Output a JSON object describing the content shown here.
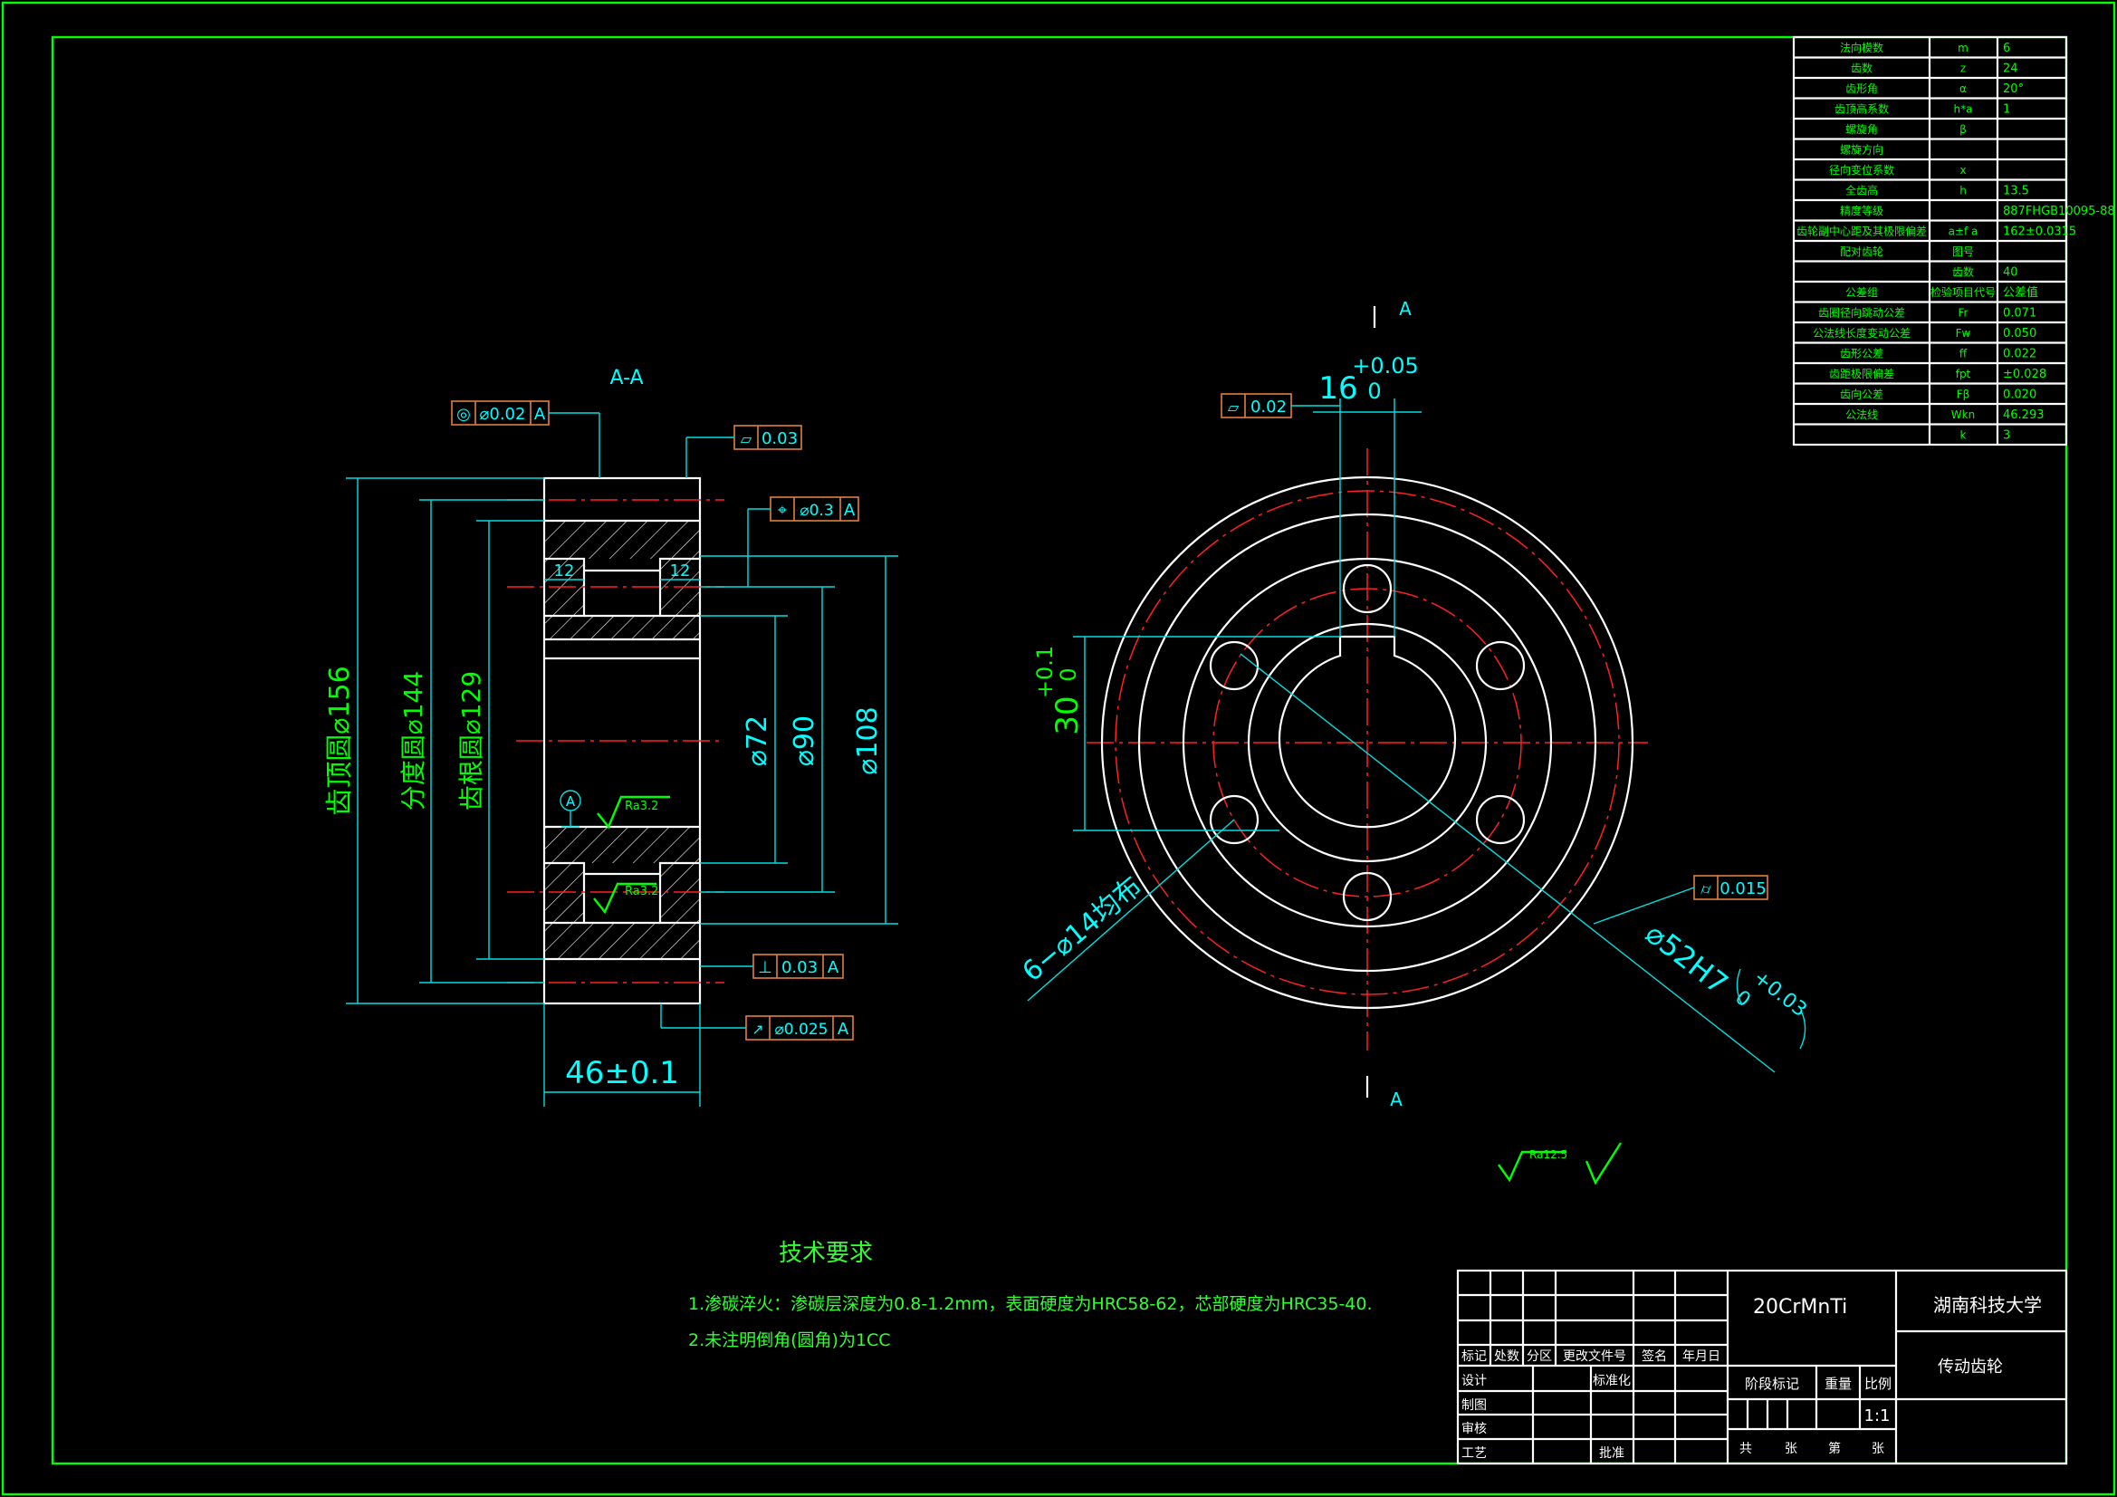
{
  "section_view": {
    "title": "A-A",
    "labels": {
      "tip_diameter": "齿顶圆⌀156",
      "pitch_diameter": "分度圆⌀144",
      "root_diameter": "齿根圆⌀129",
      "d72": "⌀72",
      "d90": "⌀90",
      "d108": "⌀108",
      "width": "46±0.1",
      "step_left": "12",
      "step_right": "12",
      "datum": "A",
      "ra_upper": "Ra3.2",
      "ra_lower": "Ra3.2"
    },
    "tolerance_frames": [
      {
        "symbol": "◎",
        "value": "⌀0.02",
        "datum": "A"
      },
      {
        "symbol": "⏥",
        "value": "0.03",
        "datum": ""
      },
      {
        "symbol": "⌖",
        "value": "⌀0.3",
        "datum": "A"
      },
      {
        "symbol": "⊥",
        "value": "0.03",
        "datum": "A"
      },
      {
        "symbol": "↗",
        "value": "⌀0.025",
        "datum": "A"
      }
    ]
  },
  "front_view": {
    "section_mark_top": "A",
    "section_mark_bottom": "A",
    "keyway_width": "16",
    "keyway_width_upper": "+0.05",
    "keyway_width_lower": "0",
    "keyway_depth": "30",
    "keyway_depth_upper": "+0.1",
    "keyway_depth_lower": "0",
    "holes_label": "6−⌀14均布",
    "bore_label": "⌀52H7",
    "bore_tol_upper": "+0.03",
    "bore_tol_lower": "0",
    "flatness_frame": {
      "symbol": "⏥",
      "value": "0.02"
    },
    "cylindricity_frame": {
      "symbol": "⌭",
      "value": "0.015"
    }
  },
  "surface_note": {
    "ra": "Ra12.5"
  },
  "tech_requirements": {
    "title": "技术要求",
    "line1": "1.渗碳淬火：渗碳层深度为0.8-1.2mm，表面硬度为HRC58-62，芯部硬度为HRC35-40.",
    "line2": "2.未注明倒角(圆角)为1CC"
  },
  "param_table": {
    "rows": [
      {
        "name": "法向模数",
        "sym": "m",
        "val": "6"
      },
      {
        "name": "齿数",
        "sym": "z",
        "val": "24"
      },
      {
        "name": "齿形角",
        "sym": "α",
        "val": "20°"
      },
      {
        "name": "齿顶高系数",
        "sym": "h*a",
        "val": "1"
      },
      {
        "name": "螺旋角",
        "sym": "β",
        "val": ""
      },
      {
        "name": "螺旋方向",
        "sym": "",
        "val": ""
      },
      {
        "name": "径向变位系数",
        "sym": "x",
        "val": ""
      },
      {
        "name": "全齿高",
        "sym": "h",
        "val": "13.5"
      },
      {
        "name": "精度等级",
        "sym": "",
        "val": "887FHGB10095-88"
      },
      {
        "name": "齿轮副中心距及其极限偏差",
        "sym": "a±f a",
        "val": "162±0.0315"
      },
      {
        "name": "配对齿轮",
        "sym": "图号",
        "val": ""
      },
      {
        "name": "",
        "sym": "齿数",
        "val": "40"
      },
      {
        "name": "公差组",
        "sym": "检验项目代号",
        "val": "公差值"
      },
      {
        "name": "齿圈径向跳动公差",
        "sym": "Fr",
        "val": "0.071"
      },
      {
        "name": "公法线长度变动公差",
        "sym": "Fw",
        "val": "0.050"
      },
      {
        "name": "齿形公差",
        "sym": "ff",
        "val": "0.022"
      },
      {
        "name": "齿距极限偏差",
        "sym": "fpt",
        "val": "±0.028"
      },
      {
        "name": "齿向公差",
        "sym": "Fβ",
        "val": "0.020"
      },
      {
        "name": "公法线",
        "sym": "Wkn",
        "val": "46.293"
      },
      {
        "name": "",
        "sym": "k",
        "val": "3"
      }
    ]
  },
  "title_block": {
    "material": "20CrMnTi",
    "school": "湖南科技大学",
    "part_name": "传动齿轮",
    "scale": "1:1",
    "headers": [
      "标记",
      "处数",
      "分区",
      "更改文件号",
      "签名",
      "年月日"
    ],
    "roles": [
      "设计",
      "制图",
      "审核",
      "工艺"
    ],
    "std": "标准化",
    "approve": "批准",
    "stage": "阶段标记",
    "weight": "重量",
    "ratio": "比例",
    "sheets": [
      "共",
      "张",
      "第",
      "张"
    ]
  }
}
